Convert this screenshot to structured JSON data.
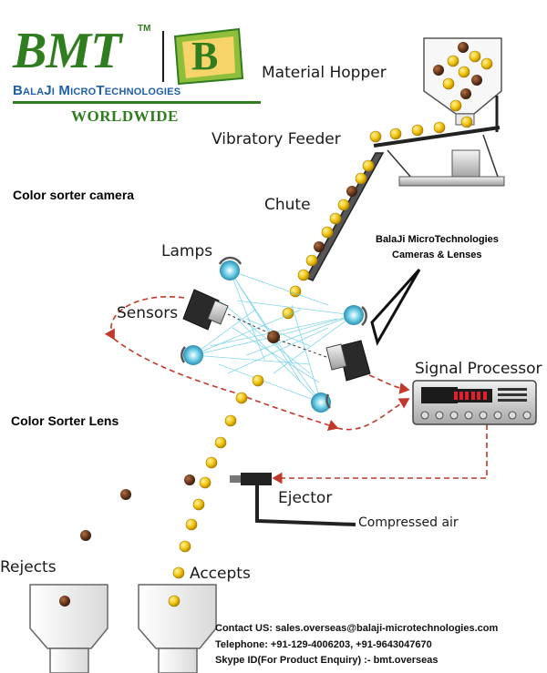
{
  "logo": {
    "brand": "BMT",
    "tm": "TM",
    "emblem_letter": "B",
    "company": "BalaJi MicroTechnologies",
    "tagline": "WORLDWIDE"
  },
  "labels": {
    "material_hopper": "Material Hopper",
    "vibratory_feeder": "Vibratory Feeder",
    "chute": "Chute",
    "lamps": "Lamps",
    "sensors": "Sensors",
    "signal_processor": "Signal Processor",
    "ejector": "Ejector",
    "compressed_air": "Compressed air",
    "rejects": "Rejects",
    "accepts": "Accepts",
    "cameras_line1": "BalaJi MicroTechnologies",
    "cameras_line2": "Cameras & Lenses",
    "color_sorter_camera": "Color sorter camera",
    "color_sorter_lens": "Color Sorter Lens"
  },
  "contact": {
    "line1": "Contact US:  sales.overseas@balaji-microtechnologies.com",
    "line2": "Telephone: +91-129-4006203, +91-9643047670",
    "line3": "Skype ID(For Product Enquiry)  :- bmt.overseas"
  },
  "colors": {
    "brand_green": "#2f7d1f",
    "brand_blue": "#1f5fa8",
    "accept_yellow": "#f2c40f",
    "reject_brown": "#6b3a1e",
    "path_red": "#c0392b",
    "light_blue": "#6ecfe6",
    "processor_led": "#e0202a"
  }
}
